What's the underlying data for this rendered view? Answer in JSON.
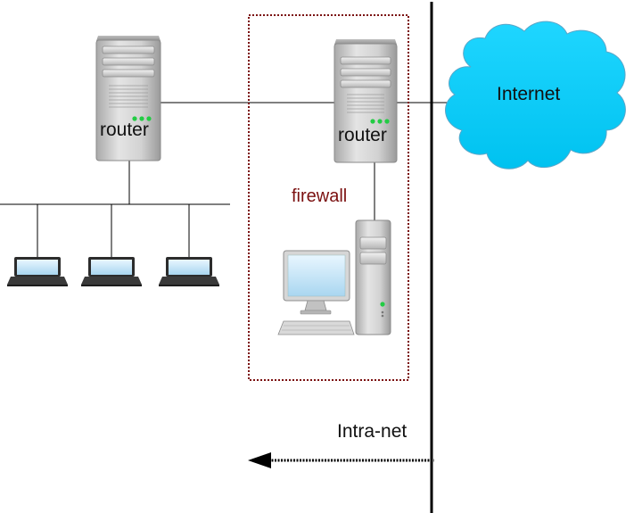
{
  "labels": {
    "router_left": "router",
    "router_firewall": "router",
    "firewall": "firewall",
    "internet": "Internet",
    "intranet": "Intra-net"
  },
  "colors": {
    "firewall_border": "#7b1010",
    "firewall_text": "#7b1010",
    "cloud_fill": "#00ccff",
    "cloud_stroke": "#4a8fb0",
    "line": "#000000",
    "server_body": "#c9c9c9",
    "led": "#22cc44",
    "screen": "#bfe3f7"
  },
  "icons": {
    "router_left": "server-icon",
    "router_firewall": "server-icon",
    "laptops": [
      "laptop-icon",
      "laptop-icon",
      "laptop-icon"
    ],
    "workstation": "desktop-computer-icon",
    "cloud": "cloud-icon",
    "arrow": "arrow-left-icon"
  }
}
